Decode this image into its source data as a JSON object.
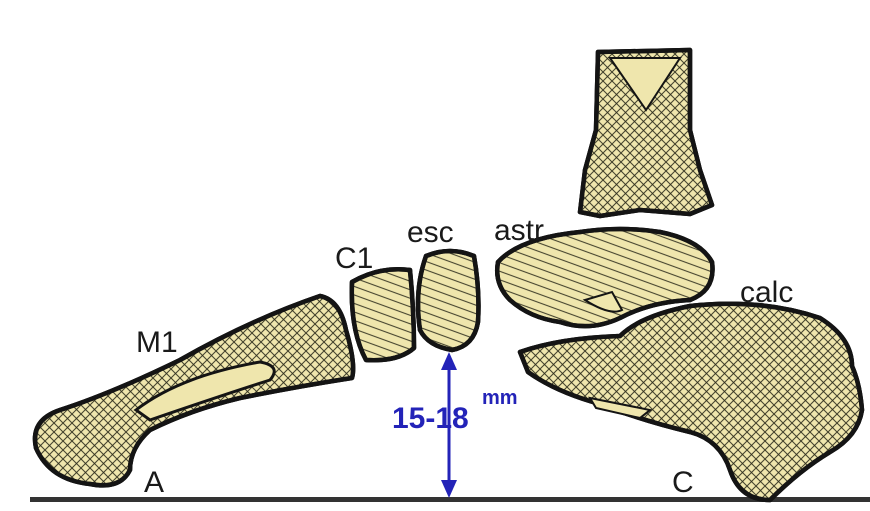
{
  "labels": {
    "m1": "M1",
    "c1": "C1",
    "esc": "esc",
    "astr": "astr",
    "calc": "calc",
    "a": "A",
    "c": "C",
    "measure_value": "15-18",
    "measure_unit": "mm"
  },
  "colors": {
    "bone_fill": "#efe6ad",
    "outline": "#141414",
    "measure": "#2323b8",
    "ground": "#333333"
  }
}
